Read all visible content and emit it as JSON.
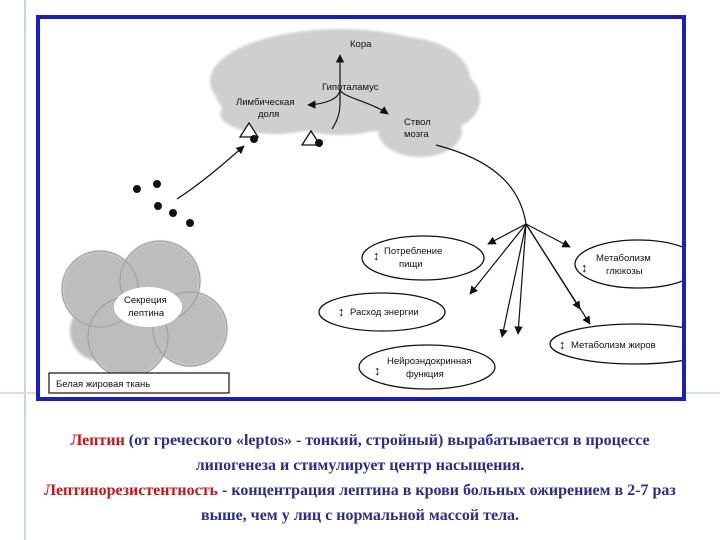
{
  "diagram": {
    "nodes": {
      "kora": "Кора",
      "gipotalamus": "Гипоталамус",
      "limb_line1": "Лимбическая",
      "limb_line2": "доля",
      "stvol_line1": "Ствол",
      "stvol_line2": "мозга",
      "potreb_line1": "Потребление",
      "potreb_line2": "пищи",
      "rashod": "Расход энергии",
      "neiro_line1": "Нейроэндокринная",
      "neiro_line2": "функция",
      "glukoza_line1": "Метаболизм",
      "glukoza_line2": "глюкозы",
      "zhiry": "Метаболизм жиров",
      "sekr_line1": "Секреция",
      "sekr_line2": "лептина",
      "bela": "Белая жировая ткань"
    },
    "colors": {
      "frame": "#1d1dc8",
      "cloud": "#cfcfcf",
      "fat": "#bdbdbd"
    }
  },
  "caption": {
    "term1": "Лептин",
    "text1": " (от греческого «leptos» - тонкий, стройный) вырабатывается в процессе липогенеза и стимулирует центр насыщения.",
    "term2": "Лептинорезистентность",
    "text2": " - концентрация лептина в крови больных ожирением в 2-7 раз выше, чем у лиц с нормальной массой тела."
  }
}
